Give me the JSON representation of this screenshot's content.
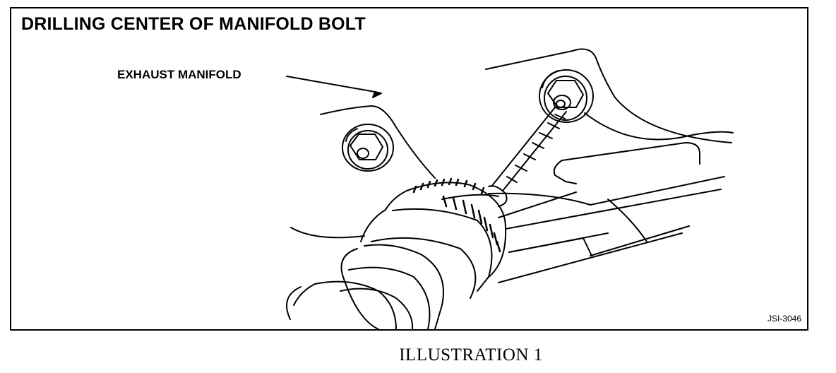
{
  "figure": {
    "title": "DRILLING CENTER OF MANIFOLD BOLT",
    "callout_label": "EXHAUST MANIFOLD",
    "figure_code": "JSI-3046",
    "line_color": "#000000",
    "background_color": "#ffffff"
  },
  "caption": "ILLUSTRATION 1",
  "icons": [
    "manifold-bolt-icon",
    "drill-chuck-icon",
    "drill-bit-icon",
    "arrow-icon"
  ]
}
